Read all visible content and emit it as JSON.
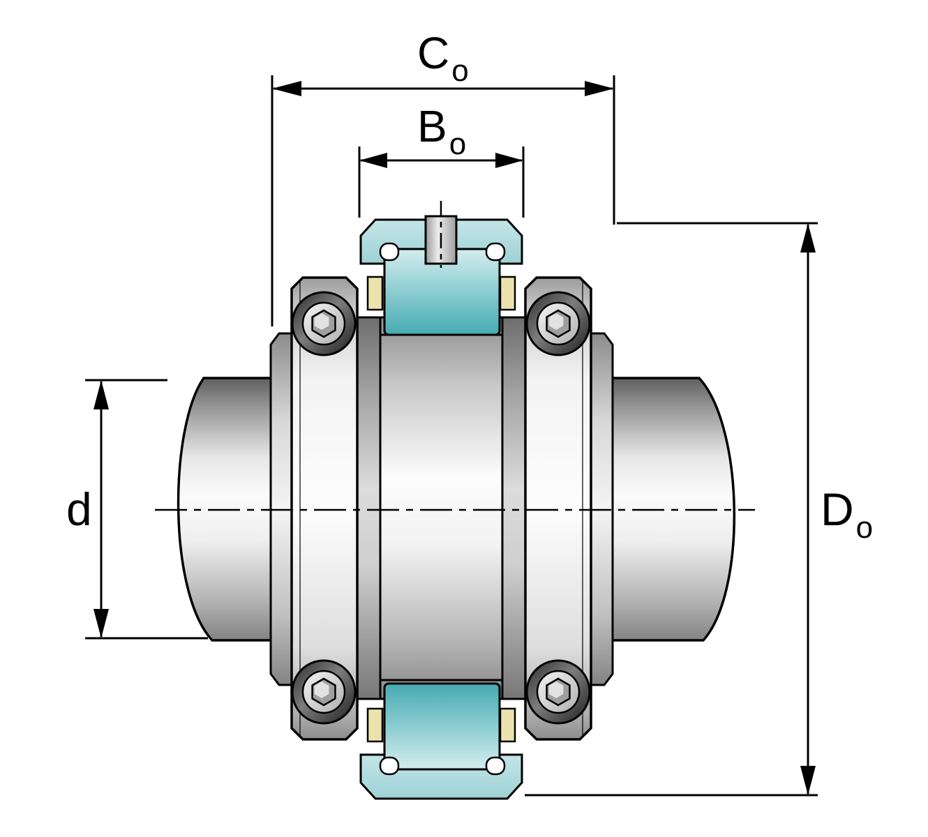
{
  "figure": {
    "kind": "engineering-dimension-drawing",
    "subject": "Sealed bearing / clamp coupling unit mounted on a shaft, front section view with dimension callouts",
    "background": "#ffffff"
  },
  "dimension_labels": {
    "total_width": {
      "letter": "C",
      "subscript": "o"
    },
    "ring_width": {
      "letter": "B",
      "subscript": "o"
    },
    "bore_diameter": {
      "letter": "d",
      "subscript": ""
    },
    "outer_diameter": {
      "letter": "D",
      "subscript": "o"
    }
  },
  "colors": {
    "line": "#000000",
    "teal_cap": "#aedbdd",
    "teal_roller_light": "#cfeaec",
    "teal_roller_dark": "#4fb0b8",
    "cage_cream": "#ece2ad",
    "seal_white": "#ffffff",
    "metal_light": "#fafafa",
    "metal_dark": "#8a8a8a",
    "background": "#ffffff"
  }
}
